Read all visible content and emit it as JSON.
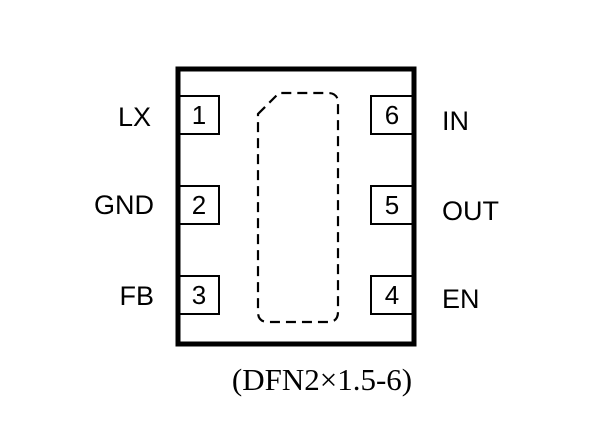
{
  "package": {
    "caption": "(DFN2×1.5-6)",
    "body_color": "#000000",
    "background_color": "#ffffff"
  },
  "pins": [
    {
      "number": "1",
      "name": "LX"
    },
    {
      "number": "2",
      "name": "GND"
    },
    {
      "number": "3",
      "name": "FB"
    },
    {
      "number": "6",
      "name": "IN"
    },
    {
      "number": "5",
      "name": "OUT"
    },
    {
      "number": "4",
      "name": "EN"
    }
  ]
}
